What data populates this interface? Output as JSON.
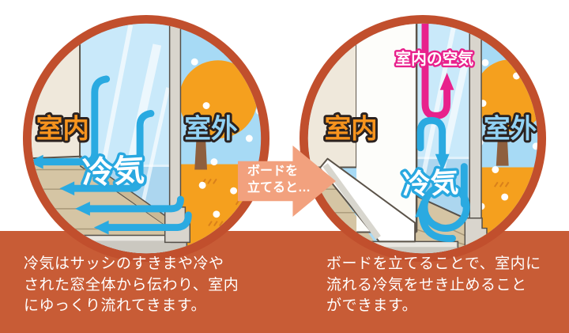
{
  "page": {
    "background": "#FFFFFF",
    "ground_strip_color": "#C85C36",
    "circle_ring_color": "#C14F2D"
  },
  "left_panel": {
    "labels": {
      "indoor": "室内",
      "cold_air": "冷気",
      "outdoor": "室外"
    },
    "caption": [
      "冷気はサッシのすきまや冷や",
      "された窓全体から伝わり、室内",
      "にゆっくり流れてきます。"
    ]
  },
  "right_panel": {
    "labels": {
      "indoor": "室内",
      "indoor_air": "室内の空気",
      "cold_air": "冷気",
      "outdoor": "室外"
    },
    "caption": [
      "ボードを立てることで、室内に",
      "流れる冷気をせき止めること",
      "ができます。"
    ]
  },
  "transition": {
    "lines": [
      "ボードを",
      "立てると…"
    ]
  },
  "colors": {
    "cold_air_arrow": "#2AAAE1",
    "indoor_air_arrow": "#E8218C",
    "indoor_label": "#F7941E",
    "outdoor_label": "#92D2F4",
    "transition_arrow": "#F2A17E",
    "wall": "#EFE8DB",
    "floor": "#D5C5A4",
    "glass": "#C9E9FA",
    "outdoor_orange": "#F5A01E",
    "sky": "#A7DAF5",
    "concrete": "#CBC8C0"
  }
}
